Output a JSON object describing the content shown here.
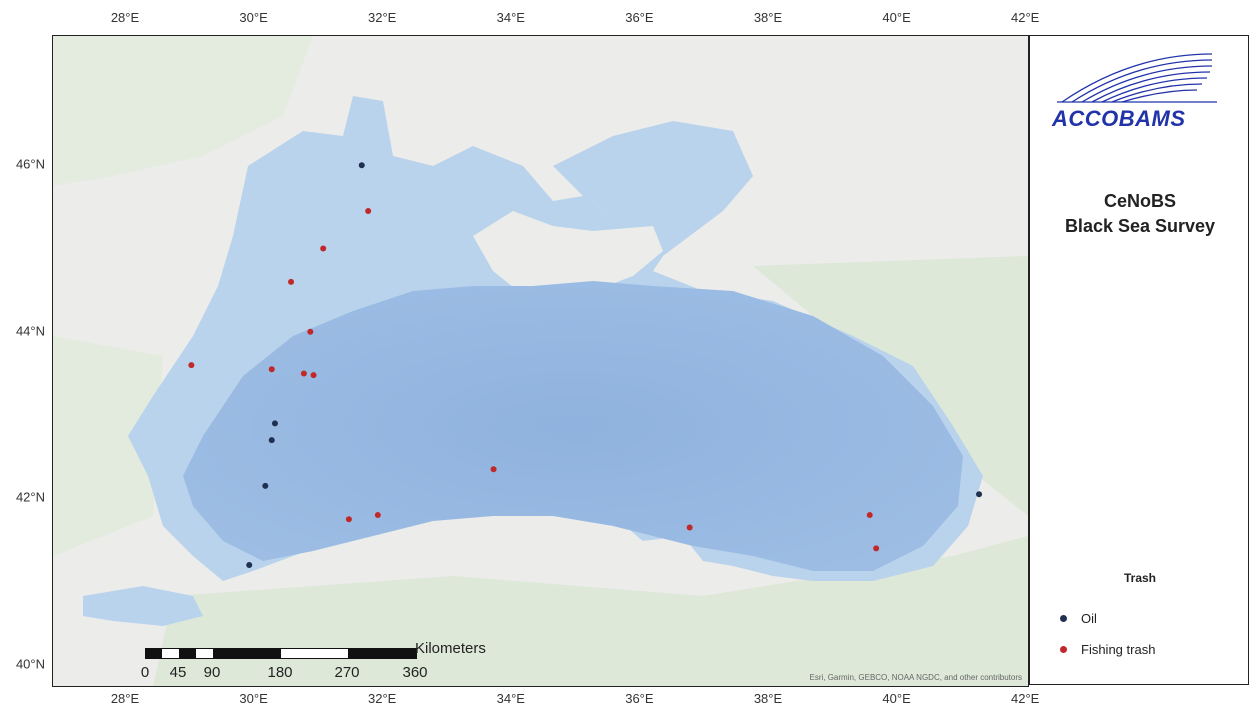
{
  "axes": {
    "lon_ticks": [
      "28°E",
      "30°E",
      "32°E",
      "34°E",
      "36°E",
      "38°E",
      "40°E",
      "42°E"
    ],
    "lat_ticks": [
      "46°N",
      "44°N",
      "42°N",
      "40°N"
    ]
  },
  "legend": {
    "survey_title_line1": "CeNoBS",
    "survey_title_line2": "Black Sea Survey",
    "logo_text": "ACCOBAMS",
    "trash_title": "Trash",
    "items": [
      {
        "label": "Oil",
        "color": "#1f3050"
      },
      {
        "label": "Fishing trash",
        "color": "#c0282a"
      }
    ]
  },
  "scalebar": {
    "unit": "Kilometers",
    "labels": [
      "0",
      "45",
      "90",
      "180",
      "270",
      "360"
    ]
  },
  "attribution": "Esri, Garmin, GEBCO, NOAA NGDC, and other contributors",
  "map_data": {
    "oil_points": [
      {
        "lon": 31.2,
        "lat": 46.0
      },
      {
        "lon": 29.85,
        "lat": 42.9
      },
      {
        "lon": 29.8,
        "lat": 42.7
      },
      {
        "lon": 29.7,
        "lat": 42.15
      },
      {
        "lon": 29.45,
        "lat": 41.2
      },
      {
        "lon": 40.8,
        "lat": 42.05
      }
    ],
    "fishing_points": [
      {
        "lon": 31.3,
        "lat": 45.45
      },
      {
        "lon": 30.6,
        "lat": 45.0
      },
      {
        "lon": 30.1,
        "lat": 44.6
      },
      {
        "lon": 30.4,
        "lat": 44.0
      },
      {
        "lon": 28.55,
        "lat": 43.6
      },
      {
        "lon": 29.8,
        "lat": 43.55
      },
      {
        "lon": 30.3,
        "lat": 43.5
      },
      {
        "lon": 30.45,
        "lat": 43.48
      },
      {
        "lon": 33.25,
        "lat": 42.35
      },
      {
        "lon": 31.0,
        "lat": 41.75
      },
      {
        "lon": 31.45,
        "lat": 41.8
      },
      {
        "lon": 36.3,
        "lat": 41.65
      },
      {
        "lon": 39.1,
        "lat": 41.8
      },
      {
        "lon": 39.2,
        "lat": 41.4
      }
    ]
  }
}
